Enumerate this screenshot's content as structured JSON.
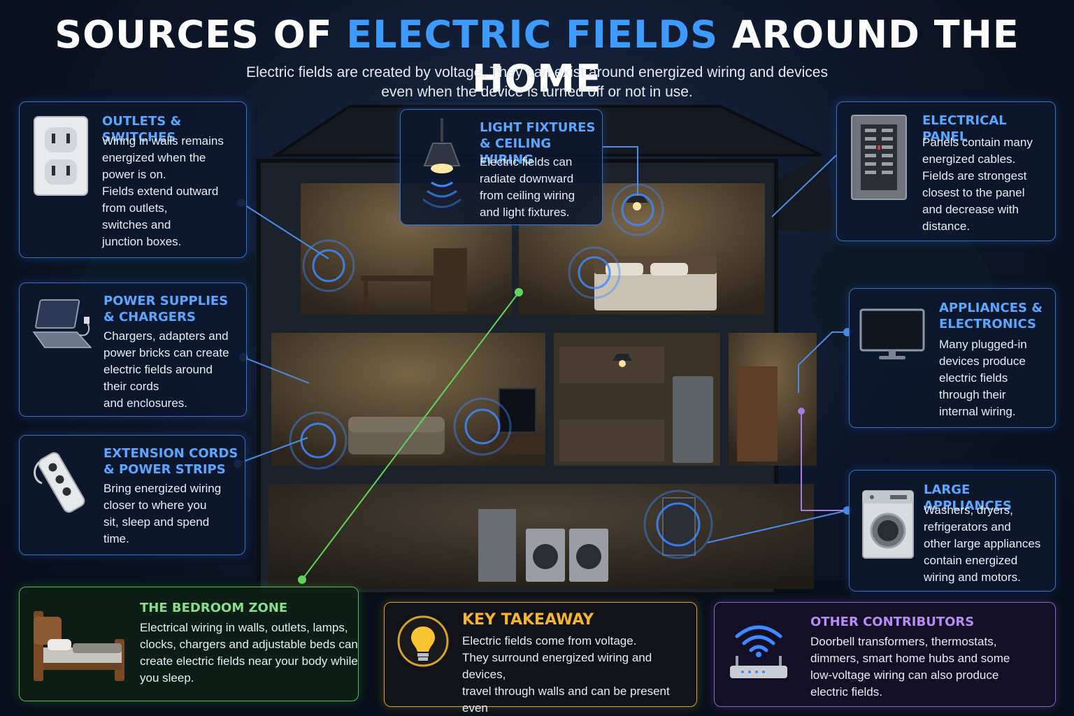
{
  "header": {
    "title_part1": "SOURCES OF ",
    "title_accent": "ELECTRIC FIELDS",
    "title_part2": " AROUND THE HOME",
    "subtitle": "Electric fields are created by voltage. They can exist around energized wiring and devices\neven when the device is turned off or not in use."
  },
  "colors": {
    "accent_blue": "#3d9bff",
    "bedroom_green": "#5fb65a",
    "takeaway_gold": "#d9a424",
    "other_purple": "#8c5ed0"
  },
  "cards": {
    "outlets": {
      "title": "OUTLETS & SWITCHES",
      "text": "Wiring in walls remains\nenergized when the\npower is on.\nFields extend outward\nfrom outlets,\nswitches and\njunction boxes.",
      "icon": "outlet-icon"
    },
    "chargers": {
      "title": "POWER SUPPLIES\n& CHARGERS",
      "text": "Chargers, adapters and\npower bricks can create\nelectric fields around\ntheir cords\nand enclosures.",
      "icon": "laptop-icon"
    },
    "extension": {
      "title": "EXTENSION CORDS\n& POWER STRIPS",
      "text": "Bring energized wiring\ncloser to where you\nsit, sleep and spend\ntime.",
      "icon": "power-strip-icon"
    },
    "lights": {
      "title": "LIGHT FIXTURES\n& CEILING WIRING",
      "text": "Electric fields can\nradiate downward\nfrom ceiling wiring\nand light fixtures.",
      "icon": "pendant-lamp-icon"
    },
    "panel": {
      "title": "ELECTRICAL PANEL",
      "text": "Panels contain many\nenergized cables.\nFields are strongest\nclosest to the panel\nand decrease with\ndistance.",
      "icon": "breaker-panel-icon"
    },
    "appliances": {
      "title": "APPLIANCES &\nELECTRONICS",
      "text": "Many plugged-in\ndevices produce\nelectric fields\nthrough their\ninternal wiring.",
      "icon": "monitor-icon"
    },
    "large": {
      "title": "LARGE APPLIANCES",
      "text": "Washers, dryers,\nrefrigerators and\nother large appliances\ncontain energized\nwiring and motors.",
      "icon": "washing-machine-icon"
    },
    "bedroom": {
      "title": "THE BEDROOM ZONE",
      "text": "Electrical wiring in walls, outlets, lamps,\nclocks, chargers and adjustable beds can\ncreate electric fields near your body while\nyou sleep.",
      "icon": "bed-icon"
    },
    "takeaway": {
      "title": "KEY TAKEAWAY",
      "text": "Electric fields come from voltage.\nThey surround energized wiring and devices,\ntravel through walls and can be present even\nwhen devices are turned off.",
      "icon": "lightbulb-icon"
    },
    "other": {
      "title": "OTHER CONTRIBUTORS",
      "text": "Doorbell transformers, thermostats,\ndimmers, smart home hubs and some\nlow-voltage wiring can also produce\nelectric fields.",
      "icon": "wifi-router-icon"
    }
  }
}
